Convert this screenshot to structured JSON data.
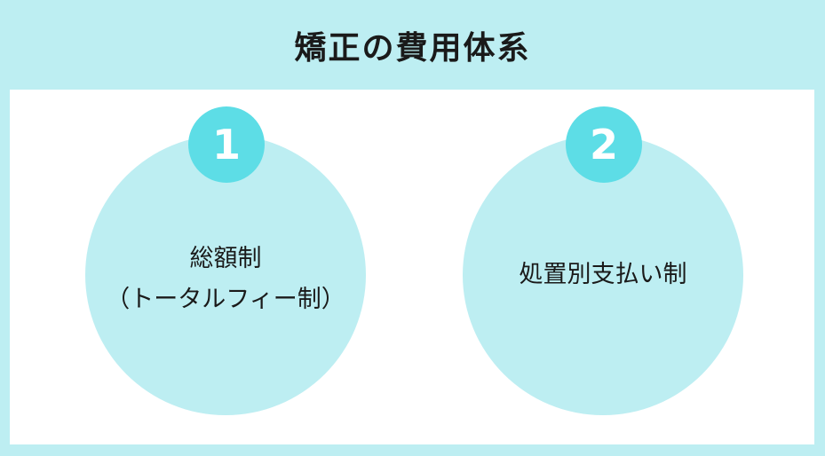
{
  "title": "矯正の費用体系",
  "colors": {
    "background": "#bdeef2",
    "panel": "#ffffff",
    "circle": "#bdeef2",
    "badge": "#5ddde6",
    "badge_text": "#ffffff",
    "text": "#1a1a1a"
  },
  "items": [
    {
      "number": "1",
      "lines": [
        "総額制",
        "（トータルフィー制）"
      ]
    },
    {
      "number": "2",
      "lines": [
        "処置別支払い制"
      ]
    }
  ]
}
